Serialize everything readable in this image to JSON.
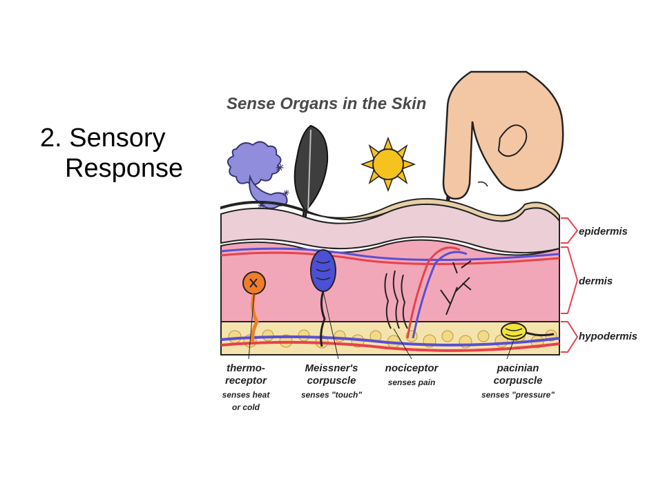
{
  "slide": {
    "heading_line1": "2. Sensory",
    "heading_line2": "Response"
  },
  "diagram": {
    "title": "Sense Organs in the Skin",
    "layers": [
      "epidermis",
      "dermis",
      "hypodermis"
    ],
    "receptors": [
      {
        "name_line1": "thermo-",
        "name_line2": "receptor",
        "desc_line1": "senses heat",
        "desc_line2": "or cold"
      },
      {
        "name_line1": "Meissner's",
        "name_line2": "corpuscle",
        "desc_line1": "senses \"touch\"",
        "desc_line2": ""
      },
      {
        "name_line1": "nociceptor",
        "name_line2": "",
        "desc_line1": "senses pain",
        "desc_line2": ""
      },
      {
        "name_line1": "pacinian",
        "name_line2": "corpuscle",
        "desc_line1": "senses \"pressure\"",
        "desc_line2": ""
      }
    ],
    "colors": {
      "epidermis": "#eccfd6",
      "dermis": "#f2a7b8",
      "hypodermis_fat": "#f3d98a",
      "skin_surface": "#e7cfa8",
      "artery": "#e8414c",
      "vein": "#5a4fd1",
      "bracket": "#e8414c",
      "thermoreceptor": "#f07d2a",
      "meissner": "#4b50d6",
      "pacinian": "#f2e43a",
      "sun": "#f6c21f",
      "stimulus_cold": "#8f8ddc",
      "finger": "#f3c6a4"
    }
  }
}
